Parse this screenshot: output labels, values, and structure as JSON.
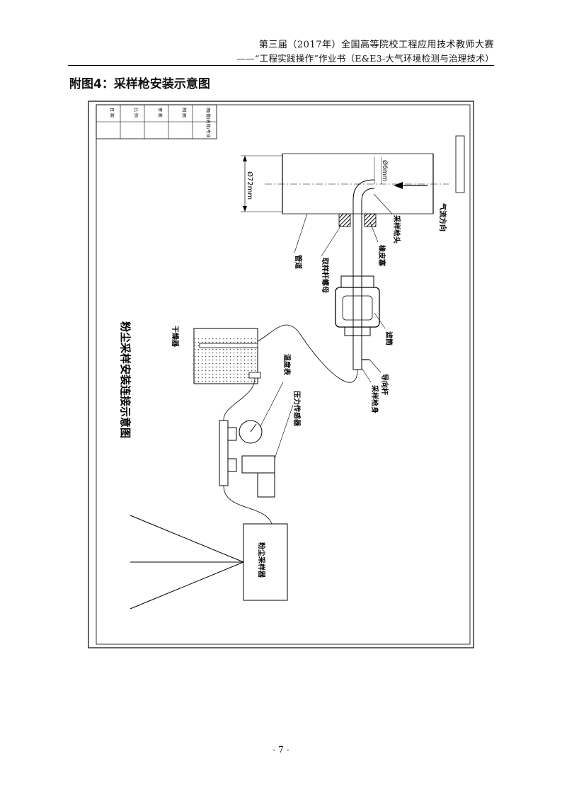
{
  "header": {
    "line1": "第三届（2017年）全国高等院校工程应用技术教师大赛",
    "line2": "——“工程实践操作”作业书（E&E3-大气环境检测与治理技术）"
  },
  "figure": {
    "title": "附图4：采样枪安装示意图",
    "drawing_title": "粉尘采样安装连接示意图",
    "labels": {
      "pipe_diameter": "Ø72mm",
      "nozzle_diameter": "Ø6mm",
      "airflow": "气流方向",
      "sampling_head": "采样枪头",
      "rubber_plug": "橡皮塞",
      "pipeline": "管道",
      "nut": "取样杆螺母",
      "filter": "滤筒",
      "guide_rod": "导向杆",
      "gun_body": "采样枪身",
      "dryer": "干燥器",
      "thermometer": "温度表",
      "pressure_sensor": "压力传感器",
      "sampler": "粉尘采样器"
    },
    "title_block": [
      "图(题)名称/专业",
      "制 图",
      "审 核",
      "比 例",
      "日 期"
    ]
  },
  "footer": {
    "page": "- 7 -"
  }
}
